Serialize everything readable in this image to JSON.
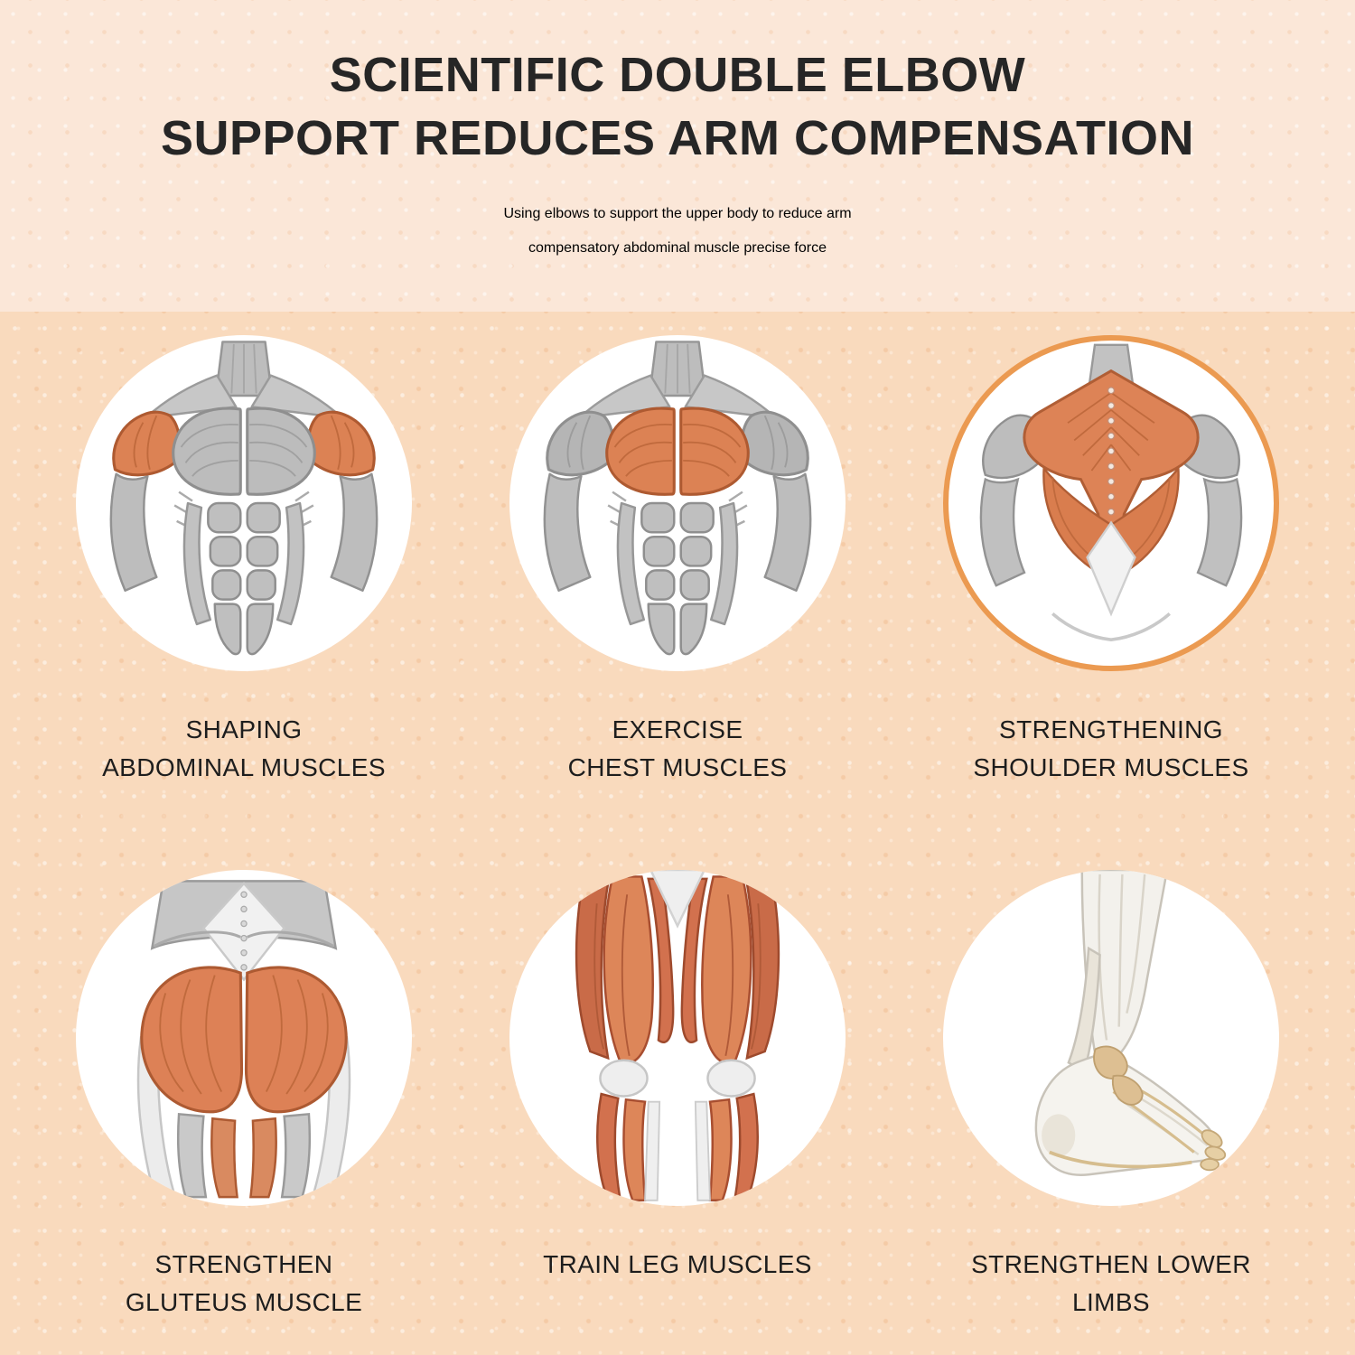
{
  "header": {
    "title_line1": "SCIENTIFIC DOUBLE ELBOW",
    "title_line2": "SUPPORT REDUCES ARM COMPENSATION",
    "subtitle_line1": "Using elbows to support the upper body to reduce arm",
    "subtitle_line2": "compensatory abdominal muscle precise force"
  },
  "cards": [
    {
      "icon": "front-torso-shoulders-highlighted-illustration",
      "caption_line1": "SHAPING",
      "caption_line2": "ABDOMINAL MUSCLES"
    },
    {
      "icon": "front-torso-chest-highlighted-illustration",
      "caption_line1": "EXERCISE",
      "caption_line2": "CHEST MUSCLES"
    },
    {
      "icon": "back-torso-shoulders-highlighted-illustration",
      "caption_line1": "STRENGTHENING",
      "caption_line2": "SHOULDER MUSCLES"
    },
    {
      "icon": "gluteus-muscles-illustration",
      "caption_line1": "STRENGTHEN",
      "caption_line2": "GLUTEUS MUSCLE"
    },
    {
      "icon": "leg-muscles-illustration",
      "caption_line1": "TRAIN LEG MUSCLES",
      "caption_line2": ""
    },
    {
      "icon": "foot-ankle-illustration",
      "caption_line1": "STRENGTHEN LOWER",
      "caption_line2": "LIMBS"
    }
  ],
  "colors": {
    "header_background": "#fbe7d8",
    "body_background": "#f9dabd",
    "title_text": "#262626",
    "caption_text": "#1d1d1d",
    "muscle_highlight": "#dc8254",
    "muscle_gray": "#bdbdbd",
    "circle_ring_accent": "#eb9a51",
    "circle_background": "#ffffff"
  }
}
